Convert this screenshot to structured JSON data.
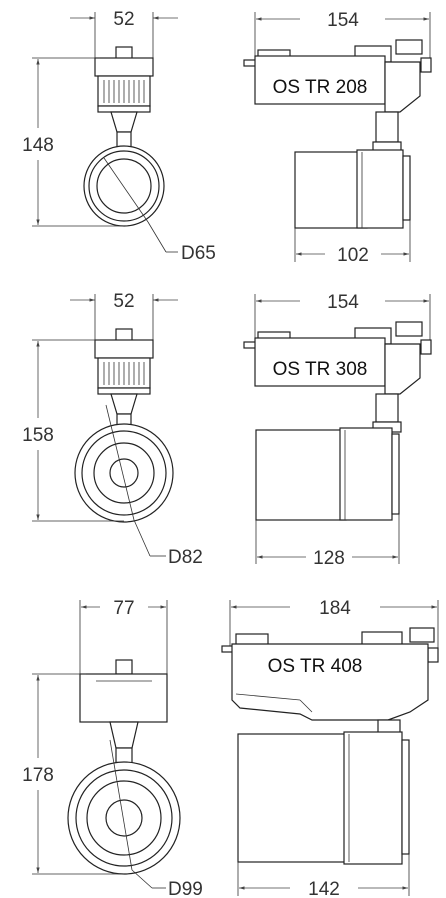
{
  "models": [
    {
      "name": "OS TR 208",
      "front_width": "52",
      "height": "148",
      "diameter": "D65",
      "side_width": "154",
      "head_length": "102"
    },
    {
      "name": "OS TR 308",
      "front_width": "52",
      "height": "158",
      "diameter": "D82",
      "side_width": "154",
      "head_length": "128"
    },
    {
      "name": "OS TR 408",
      "front_width": "77",
      "height": "178",
      "diameter": "D99",
      "side_width": "184",
      "head_length": "142"
    }
  ],
  "colors": {
    "line": "#222222",
    "text": "#333333",
    "background": "#ffffff"
  }
}
